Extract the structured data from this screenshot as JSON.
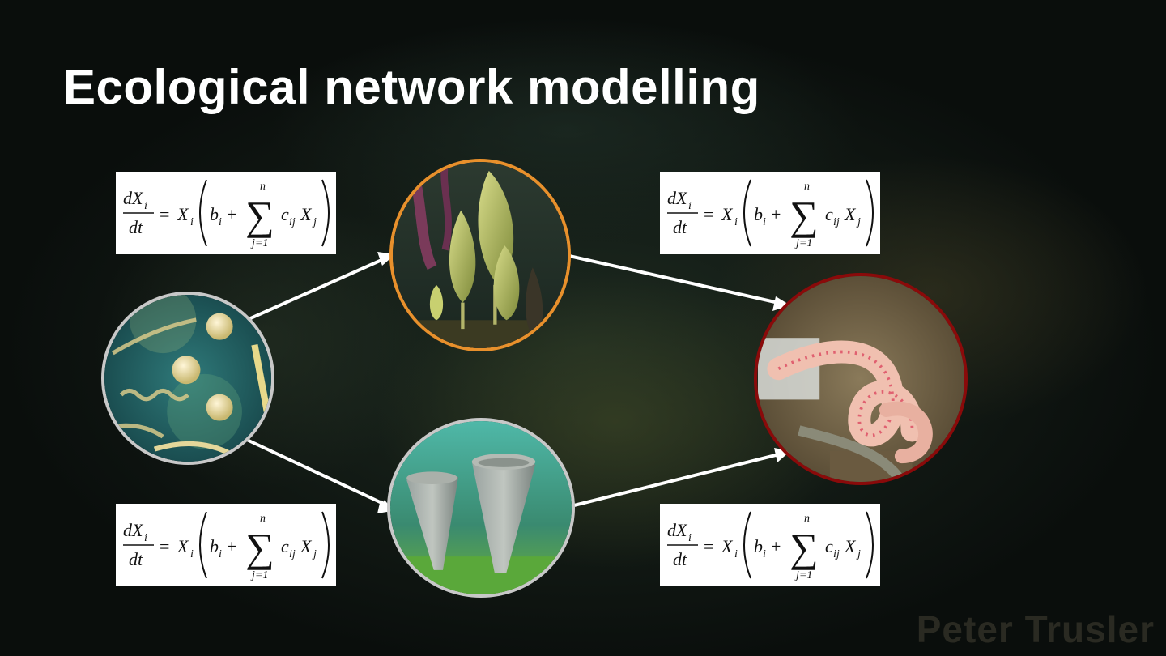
{
  "slide": {
    "title": "Ecological network modelling",
    "watermark": "Peter Trusler"
  },
  "equation": {
    "lhs_numerator": "dX",
    "lhs_sub": "i",
    "lhs_denominator": "dt",
    "equals": "=",
    "factor": "X",
    "factor_sub": "i",
    "b": "b",
    "b_sub": "i",
    "plus": "+",
    "sum_top": "n",
    "sum_bottom": "j=1",
    "c": "c",
    "c_sub": "ij",
    "x": "X",
    "x_sub": "j"
  },
  "nodes": [
    {
      "name": "plankton",
      "border_color": "#c8c8c8"
    },
    {
      "name": "fronds",
      "border_color": "#e8902c"
    },
    {
      "name": "sponges",
      "border_color": "#c8c8c8"
    },
    {
      "name": "worm",
      "border_color": "#8a0a0a"
    }
  ],
  "arrows": [
    "plankton→fronds",
    "plankton→sponges",
    "fronds→worm",
    "sponges→worm"
  ],
  "colors": {
    "arrow": "#ffffff",
    "title": "#ffffff"
  }
}
